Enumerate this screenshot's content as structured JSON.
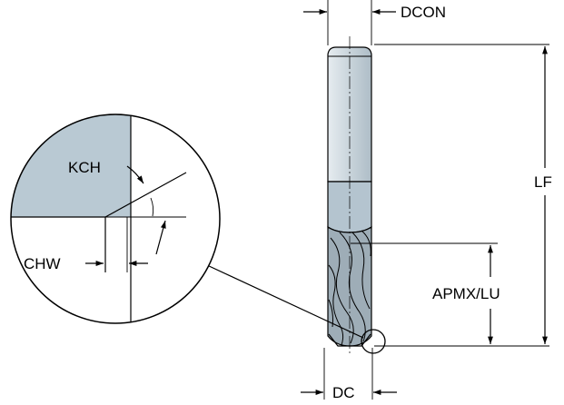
{
  "labels": {
    "dcon": "DCON",
    "lf": "LF",
    "apmx_lu": "APMX/LU",
    "dc": "DC",
    "kch": "KCH",
    "chw": "CHW"
  },
  "colors": {
    "shank": "#cbd5dc",
    "shank_lower": "#b3c4d0",
    "flutes": "#9aa9b3",
    "detail_fill": "#b8c8d2",
    "line": "#000000",
    "background": "#ffffff"
  }
}
